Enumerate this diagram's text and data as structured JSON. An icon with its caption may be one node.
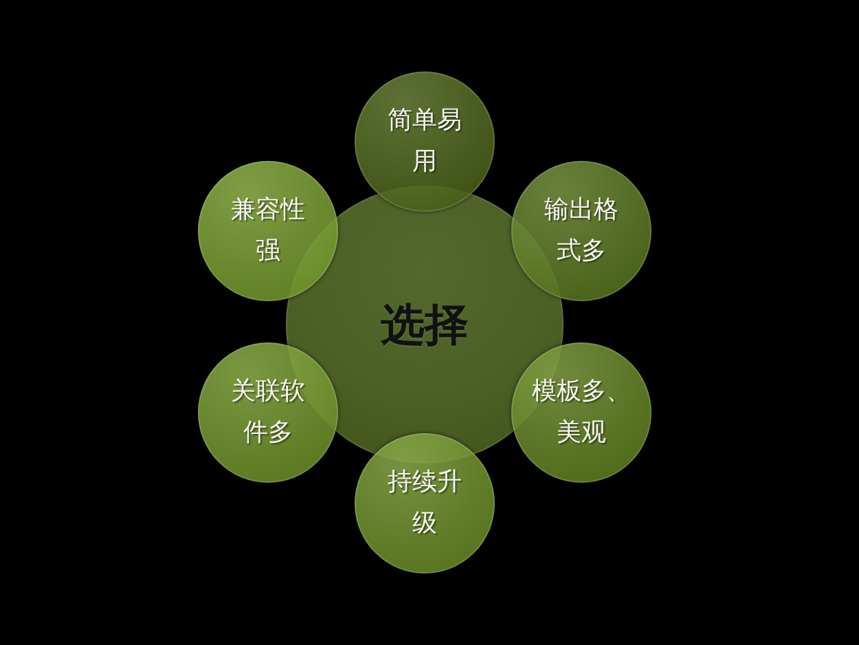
{
  "diagram": {
    "nodes": [
      {
        "text": [
          "选择"
        ]
      },
      {
        "text": [
          "简单易用"
        ]
      },
      {
        "text": [
          "输出格式多"
        ]
      },
      {
        "text": [
          "模板多、美观"
        ]
      },
      {
        "text": [
          "持续升级"
        ]
      },
      {
        "text": [
          "关联软件多"
        ]
      },
      {
        "text": [
          "兼容性强"
        ]
      }
    ]
  }
}
